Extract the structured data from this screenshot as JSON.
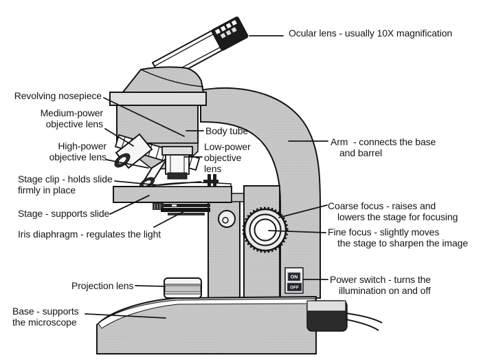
{
  "figure": {
    "type": "labeled-diagram",
    "subject": "Compound microscope with labeled parts",
    "background_color": "#ffffff",
    "ink_color": "#161616",
    "body_gray": "#cbcbcb",
    "light_gray": "#e8e8e8",
    "dark_part_color": "#222222",
    "switch": {
      "on": "ON",
      "off": "OFF"
    },
    "labels": {
      "ocular": [
        "Ocular lens - usually 10X magnification"
      ],
      "nosepiece": [
        "Revolving nosepiece"
      ],
      "medium": [
        "Medium-power",
        "objective lens"
      ],
      "body_tube": [
        "Body tube"
      ],
      "high": [
        "High-power",
        "objective lens"
      ],
      "low": [
        "Low-power",
        "objective",
        "lens"
      ],
      "arm": [
        "Arm  - connects the base",
        "and barrel"
      ],
      "stage_clip": [
        "Stage clip - holds slide",
        "firmly in place"
      ],
      "stage": [
        "Stage - supports slide"
      ],
      "iris": [
        "Iris diaphragm - regulates the light"
      ],
      "coarse": [
        "Coarse focus - raises and",
        "lowers the stage for focusing"
      ],
      "fine": [
        "Fine focus - slightly moves",
        "the stage to sharpen the image"
      ],
      "projection": [
        "Projection lens"
      ],
      "power": [
        "Power switch - turns the",
        "illumination on and off"
      ],
      "base": [
        "Base - supports",
        "the microscope"
      ]
    }
  }
}
